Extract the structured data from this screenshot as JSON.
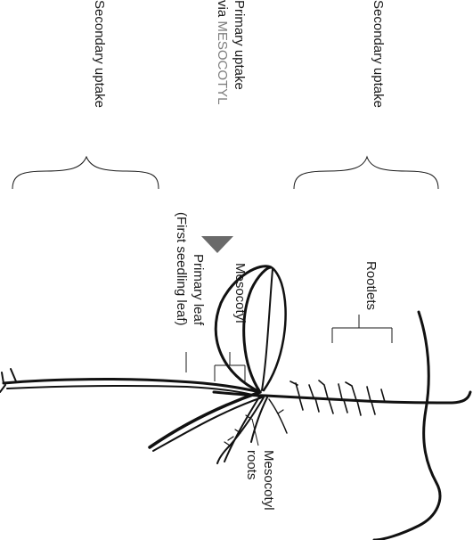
{
  "labels": {
    "secondary_left": "Secondary uptake",
    "primary_line1": "Primary uptake",
    "primary_line2_prefix": "via ",
    "primary_line2_accent": "MESOCOTYL",
    "secondary_right": "Secondary uptake",
    "primary_leaf_line1": "Primary leaf",
    "primary_leaf_line2": "(First seedling leaf)",
    "mesocotyl": "Mesocotyl",
    "rootlets": "Rootlets",
    "mesocotyl_roots_line1": "Mesocotyl",
    "mesocotyl_roots_line2": "roots"
  },
  "colors": {
    "ink": "#1a1a1a",
    "accent_gray": "#7d7d7d",
    "arrow": "#6a6a6a"
  }
}
